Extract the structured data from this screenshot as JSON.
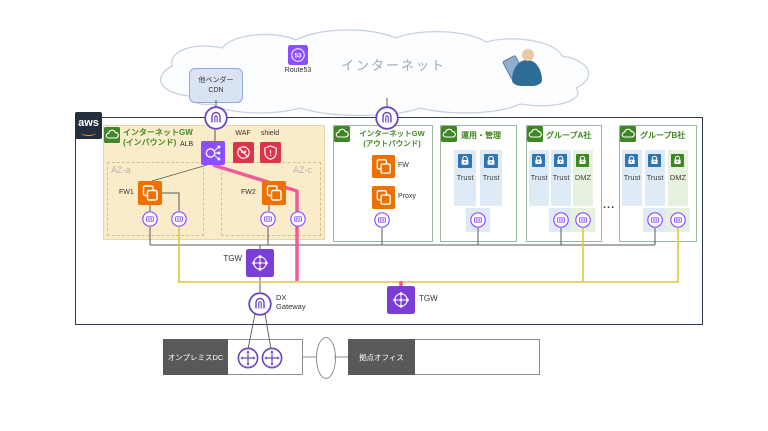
{
  "colors": {
    "aws_navy": "#232F3E",
    "aws_orange": "#FF9900",
    "vpc_green": "#3F8624",
    "fw_orange": "#ED7100",
    "alb_purple": "#8C4FFF",
    "security_red": "#DD344C",
    "gateway_purple": "#6B46C1",
    "tgw_purple": "#7B3DD6",
    "pink_path": "#EE5C97",
    "yellow_path": "#E3C33F",
    "trust_blue": "#2E75B6",
    "trust_strip": "#DEEAF6",
    "dmz_strip": "#E7F1E0",
    "inbound_bg": "#FAECC8",
    "line_gray": "#595959"
  },
  "internet": {
    "label": "インターネット",
    "route53": "Route53",
    "route53_glyph": "53",
    "cdn_line1": "他ベンダー",
    "cdn_line2": "CDN"
  },
  "aws_logo": "aws",
  "inbound": {
    "title1": "インターネットGW",
    "title2": "(インバウンド)",
    "alb": "ALB",
    "waf": "WAF",
    "shield": "shield",
    "az_left": "AZ-a",
    "az_right": "AZ-c",
    "fw1": "FW1",
    "fw2": "FW2"
  },
  "outbound": {
    "title1": "インターネットGW",
    "title2": "(アウトバウンド)",
    "fw": "FW",
    "proxy": "Proxy"
  },
  "ops": {
    "title": "運用・管理",
    "zone1": "Trust",
    "zone2": "Trust"
  },
  "group_a": {
    "title": "グループA社",
    "zone1": "Trust",
    "zone2": "Trust",
    "zone3": "DMZ"
  },
  "group_b": {
    "title": "グループB社",
    "zone1": "Trust",
    "zone2": "Trust",
    "zone3": "DMZ"
  },
  "ellipsis": "...",
  "tgw_main": "TGW",
  "tgw_sub": "TGW",
  "dx": {
    "line1": "DX",
    "line2": "Gateway"
  },
  "onprem": {
    "label": "オンプレミスDC"
  },
  "branch": {
    "label": "拠点オフィス"
  }
}
